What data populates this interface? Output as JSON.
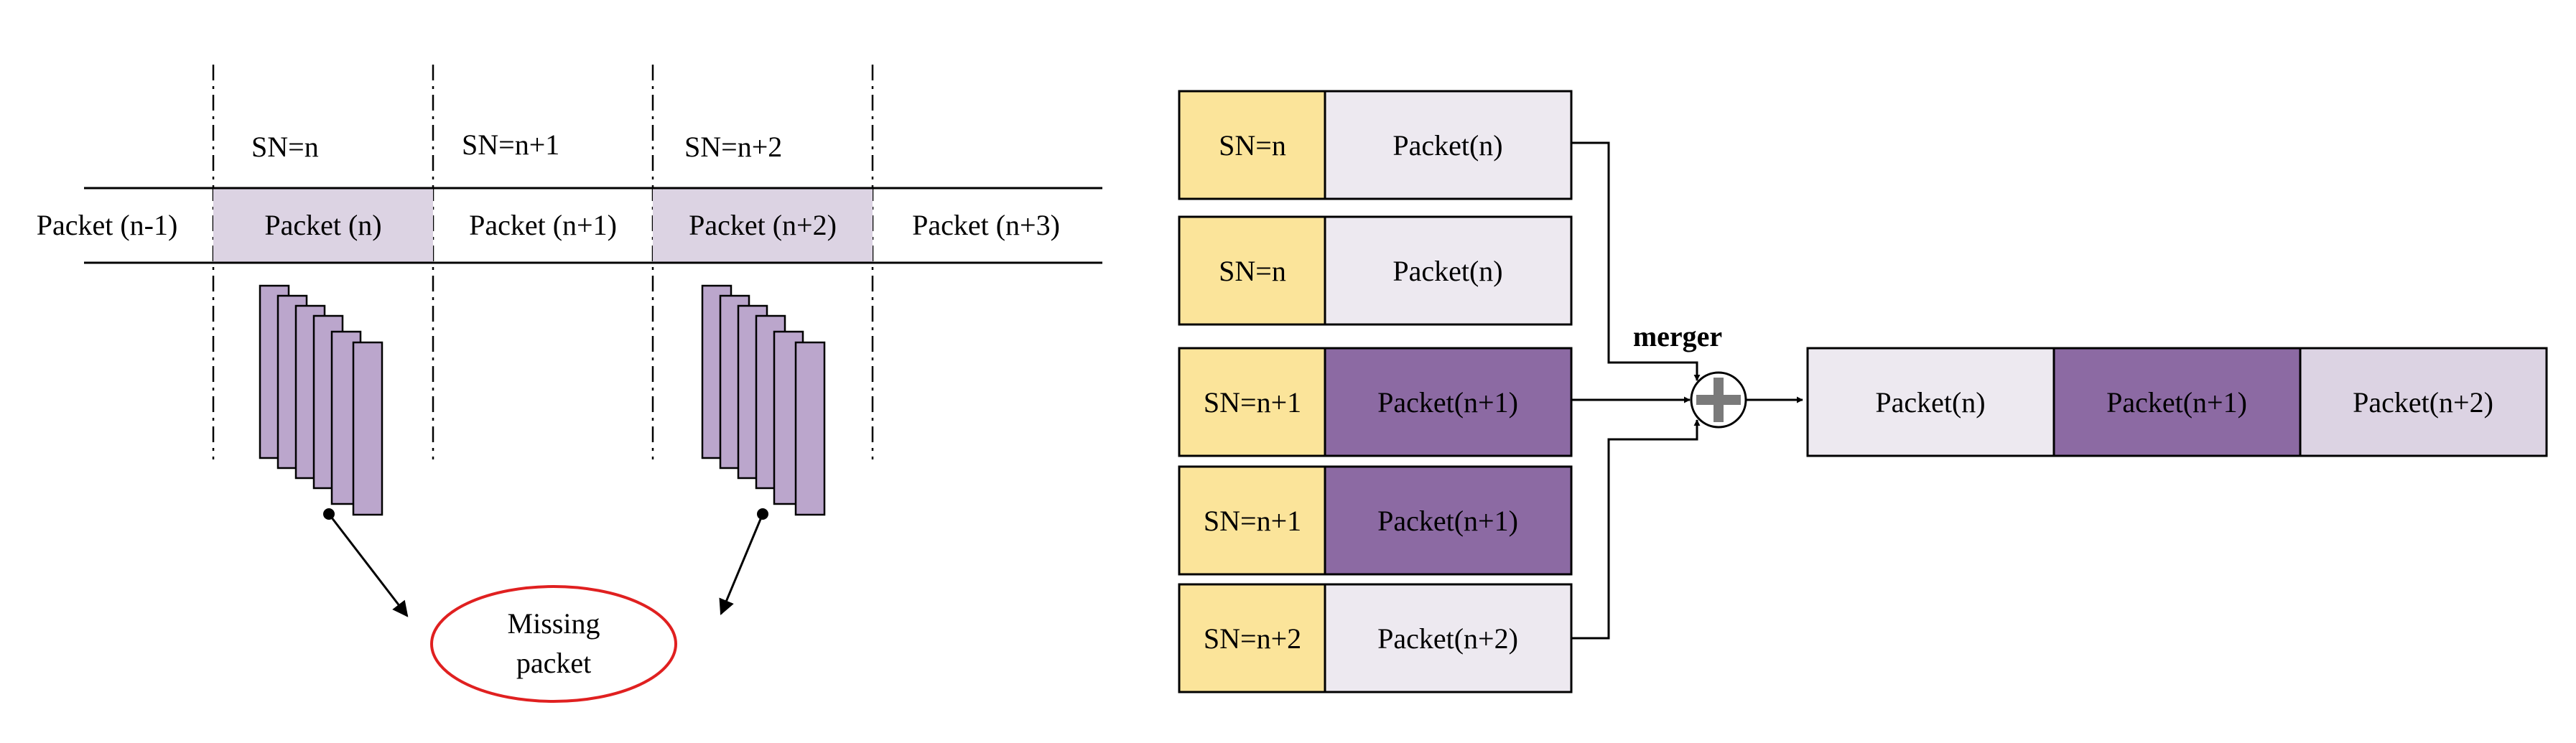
{
  "colors": {
    "sn_fill": "#fbe49a",
    "light_fill": "#ede9f0",
    "light_purple": "#dcd3e3",
    "dark_purple": "#8c6aa3",
    "stack_purple": "#bba6cc",
    "missing_outline": "#e02020"
  },
  "left": {
    "sn_labels": [
      "SN=n",
      "SN=n+1",
      "SN=n+2"
    ],
    "stream": [
      "Packet (n-1)",
      "Packet (n)",
      "Packet (n+1)",
      "Packet (n+2)",
      "Packet (n+3)"
    ],
    "missing_line1": "Missing",
    "missing_line2": "packet"
  },
  "right": {
    "rows": [
      {
        "sn": "SN=n",
        "packet": "Packet(n)",
        "dark": false
      },
      {
        "sn": "SN=n",
        "packet": "Packet(n)",
        "dark": false
      },
      {
        "sn": "SN=n+1",
        "packet": "Packet(n+1)",
        "dark": true
      },
      {
        "sn": "SN=n+1",
        "packet": "Packet(n+1)",
        "dark": true
      },
      {
        "sn": "SN=n+2",
        "packet": "Packet(n+2)",
        "dark": false
      }
    ],
    "merger_label": "merger",
    "output": [
      {
        "label": "Packet(n)",
        "style": "light"
      },
      {
        "label": "Packet(n+1)",
        "style": "dark"
      },
      {
        "label": "Packet(n+2)",
        "style": "lavender"
      }
    ]
  }
}
